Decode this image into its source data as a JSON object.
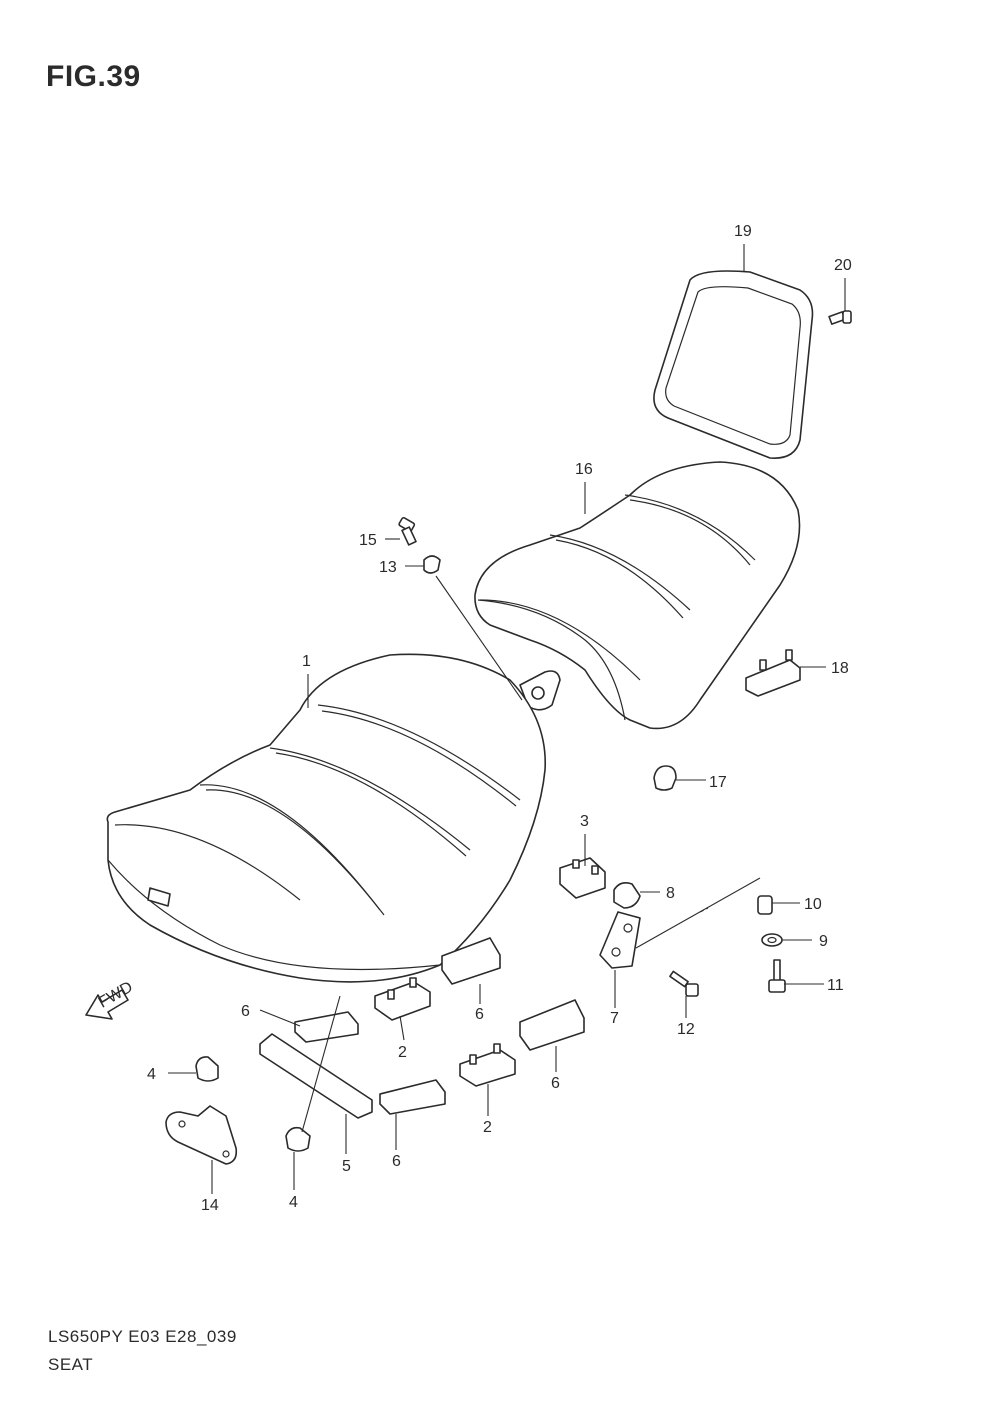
{
  "figure": {
    "title": "FIG.39",
    "code": "LS650PY  E03  E28_039",
    "name": "SEAT"
  },
  "fwd_label": "FWD",
  "callouts": {
    "c1": "1",
    "c2a": "2",
    "c2b": "2",
    "c3": "3",
    "c4a": "4",
    "c4b": "4",
    "c5": "5",
    "c6a": "6",
    "c6b": "6",
    "c6c": "6",
    "c6d": "6",
    "c7": "7",
    "c8": "8",
    "c9": "9",
    "c10": "10",
    "c11": "11",
    "c12": "12",
    "c13": "13",
    "c14": "14",
    "c15": "15",
    "c16": "16",
    "c17": "17",
    "c18": "18",
    "c19": "19",
    "c20": "20"
  }
}
